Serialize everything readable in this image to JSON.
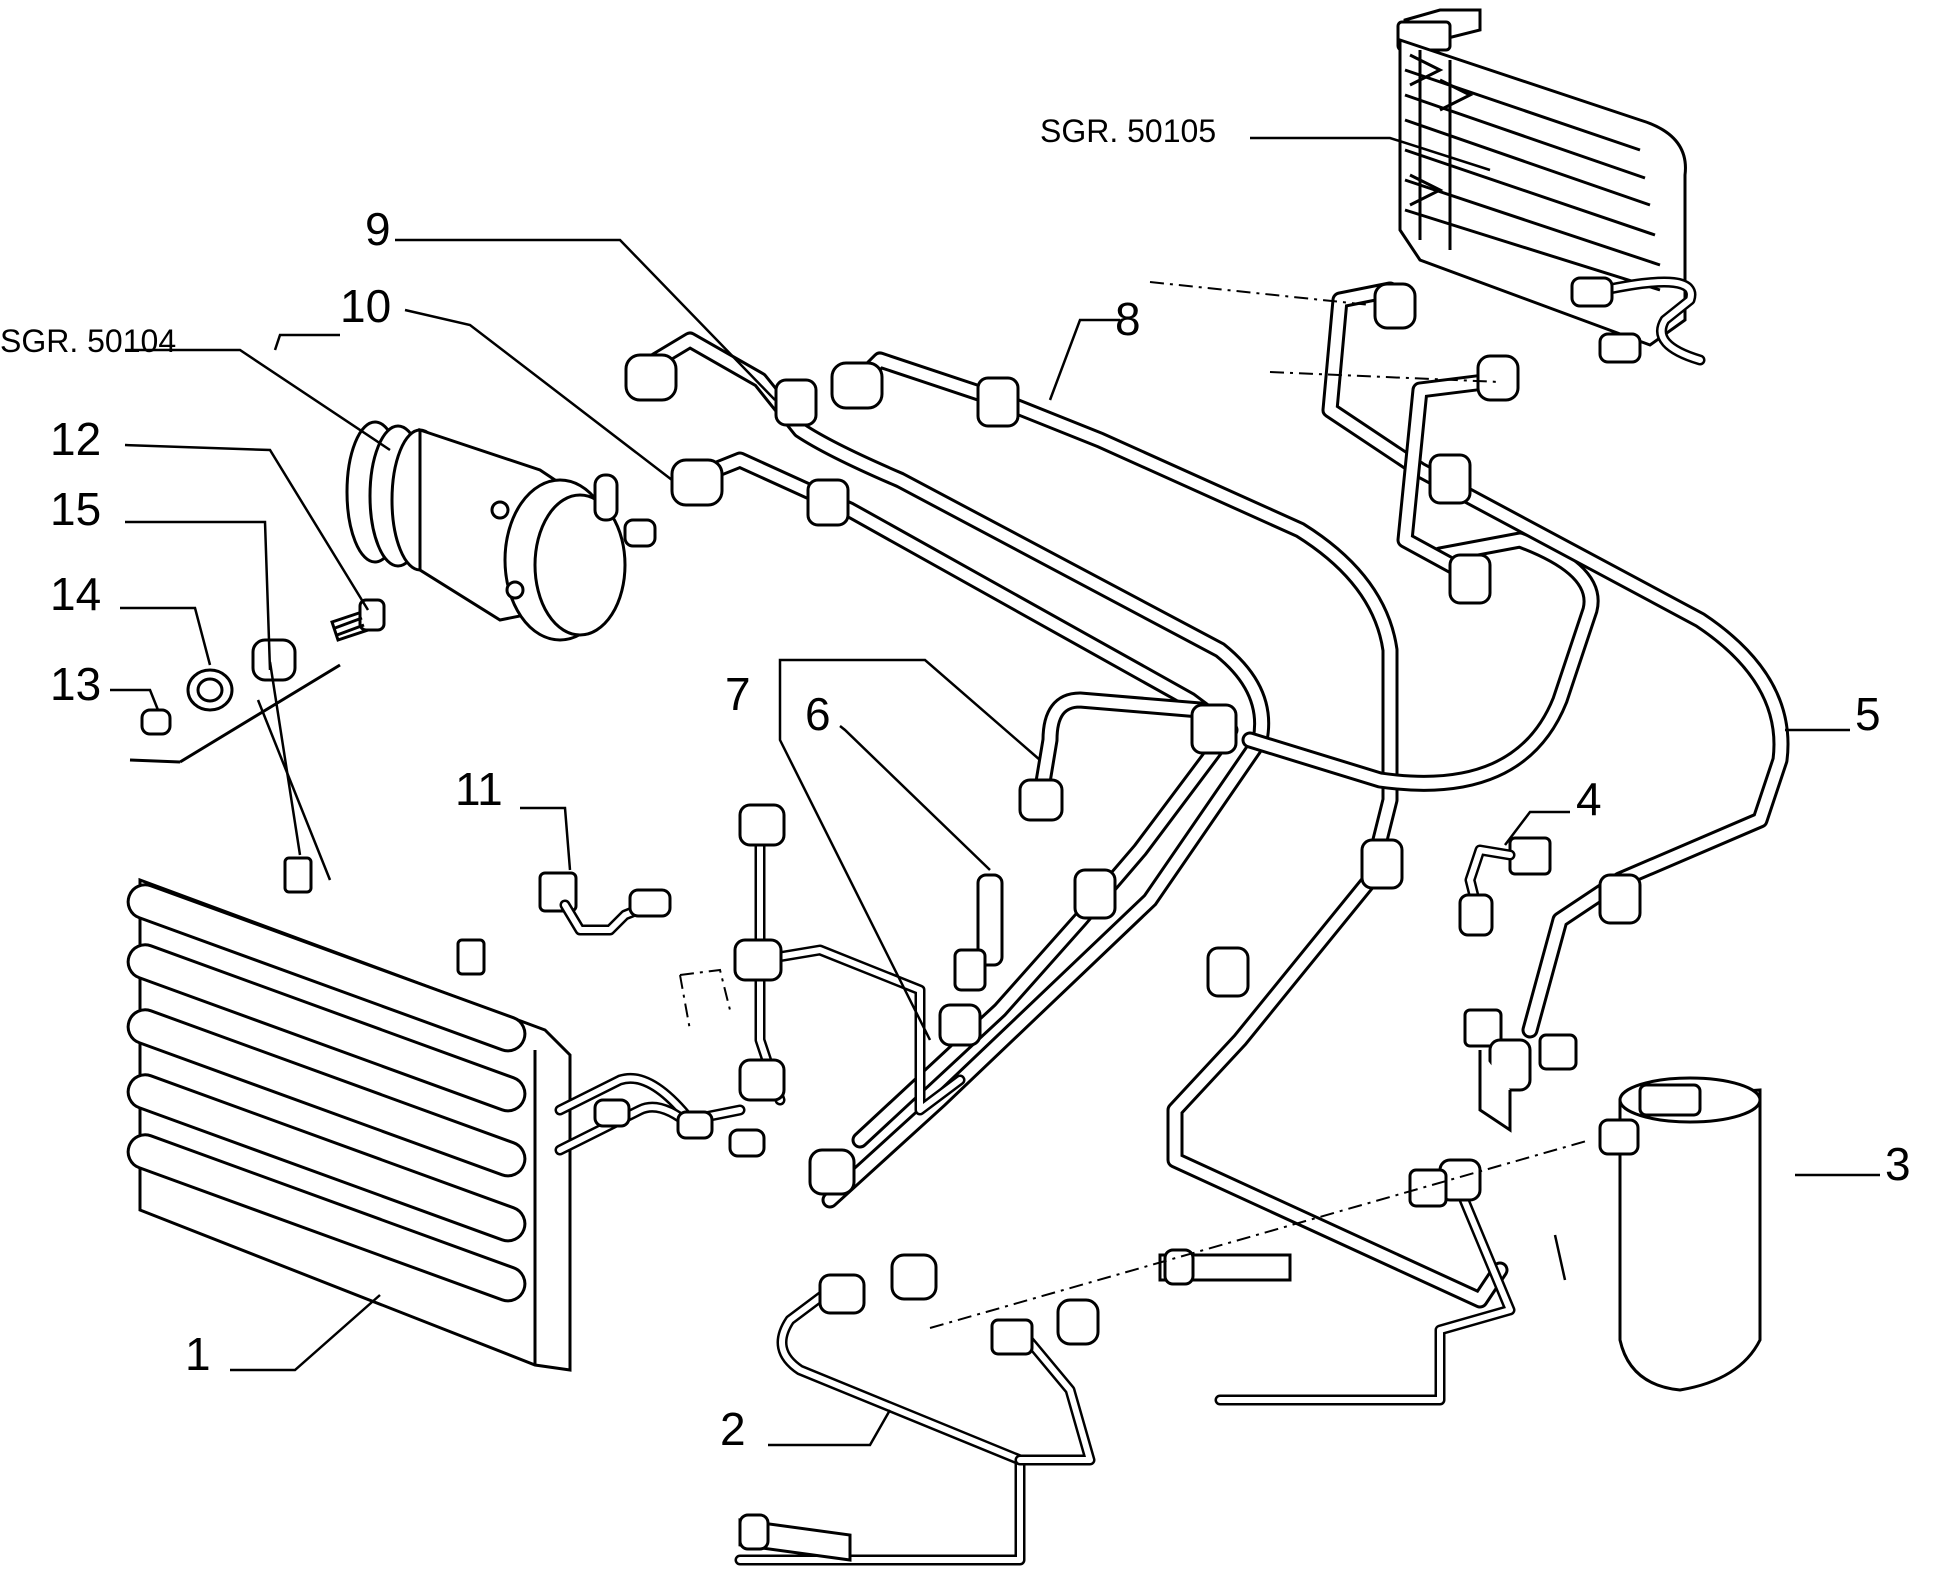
{
  "callouts": {
    "n1": "1",
    "n2": "2",
    "n3": "3",
    "n4": "4",
    "n5": "5",
    "n6": "6",
    "n7": "7",
    "n8": "8",
    "n9": "9",
    "n10": "10",
    "n11": "11",
    "n12": "12",
    "n13": "13",
    "n14": "14",
    "n15": "15"
  },
  "subgroups": {
    "compressor": "SGR. 50104",
    "evaporator": "SGR. 50105"
  }
}
